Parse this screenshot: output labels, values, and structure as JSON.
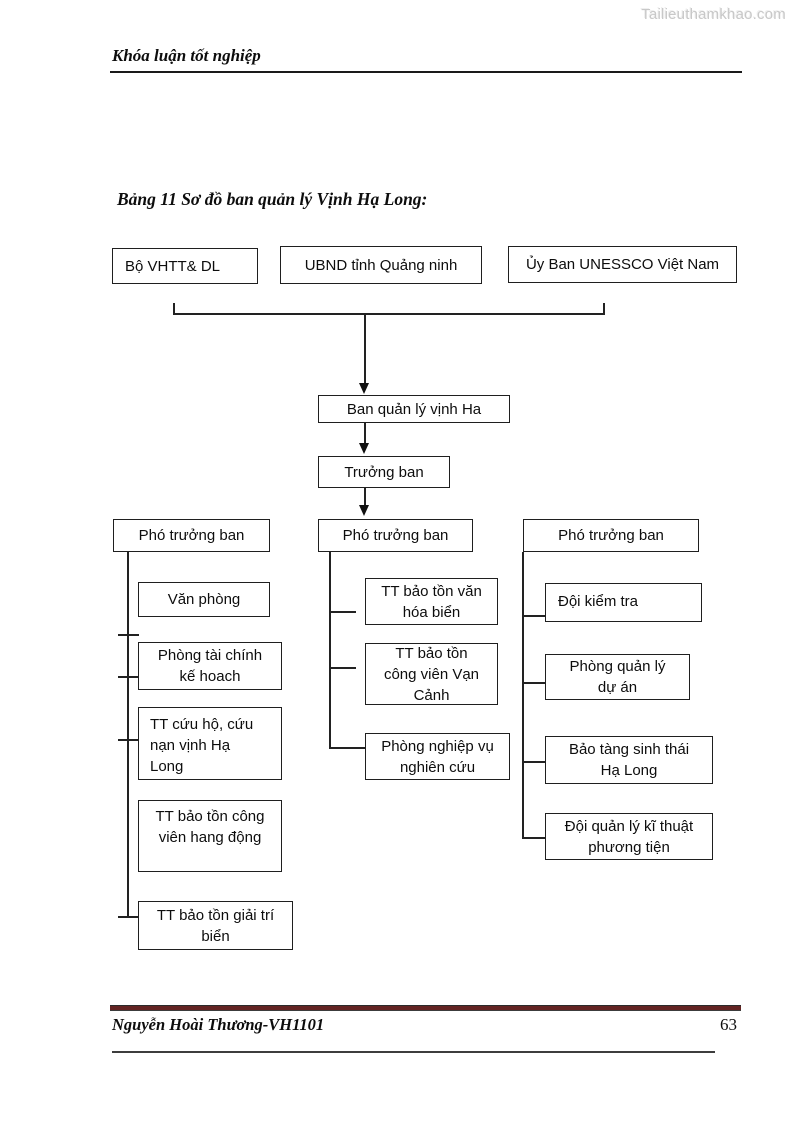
{
  "page": {
    "watermark": "Tailieuthamkhao.com",
    "header_title": "Khóa luận tốt nghiệp",
    "caption": "Bảng 11 Sơ đồ ban quản lý Vịnh Hạ Long:",
    "footer_author": "Nguyễn Hoài Thương-VH1101",
    "page_number": "63"
  },
  "chart": {
    "type": "org-chart",
    "top_row": {
      "ministry": "Bộ VHTT& DL",
      "province": "UBND tỉnh Quảng ninh",
      "unesco": "Ủy Ban UNESSCO Việt Nam"
    },
    "board": "Ban quản lý vịnh Ha",
    "head": "Trưởng ban",
    "deputy_label": "Phó trưởng ban",
    "left_column": [
      "Văn phòng",
      "Phòng tài chính\nkế hoach",
      "TT cứu hộ, cứu\nnạn vịnh Hạ\nLong",
      "TT bảo tồn công\nviên hang động",
      "TT bảo tồn giải trí\nbiển"
    ],
    "middle_column": [
      "TT bảo tồn văn\nhóa biển",
      "TT bảo tồn\ncông viên Vạn\nCảnh",
      "Phòng nghiệp vụ\nnghiên cứu"
    ],
    "right_column": [
      "Đội kiểm tra",
      "Phòng quản lý\ndự án",
      "Bảo tàng sinh thái\nHạ Long",
      "Đội quản lý kĩ thuật\nphương tiện"
    ]
  },
  "colors": {
    "footer_rule_maroon": "#632423",
    "watermark_gray": "#c8c8c8",
    "box_border": "#1f1f1f"
  }
}
